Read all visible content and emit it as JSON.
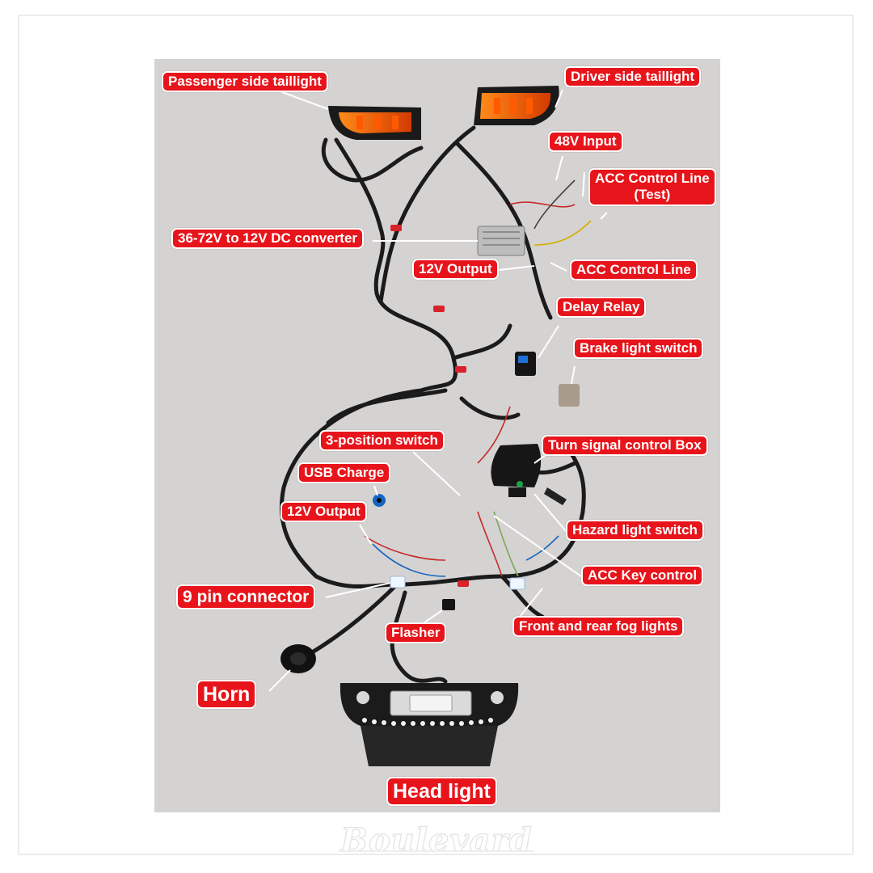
{
  "labels": {
    "passenger_taillight": "Passenger side taillight",
    "driver_taillight": "Driver side taillight",
    "input_48v": "48V Input",
    "acc_control_line_test": "ACC Control Line",
    "acc_control_line_test_sub": "(Test)",
    "dc_converter": "36-72V  to 12V DC converter",
    "output_12v_top": "12V Output",
    "acc_control_line": "ACC Control Line",
    "delay_relay": "Delay Relay",
    "brake_light_switch": "Brake light switch",
    "three_position_switch": "3-position switch",
    "turn_signal_box": "Turn signal control Box",
    "usb_charge": "USB Charge",
    "output_12v_bottom": "12V Output",
    "hazard_light_switch": "Hazard light switch",
    "acc_key_control": "ACC Key control",
    "nine_pin_connector": "9 pin connector",
    "front_rear_fog": "Front and rear fog lights",
    "flasher": "Flasher",
    "horn": "Horn",
    "head_light": "Head light"
  },
  "brand": {
    "watermark": "Boulevard"
  },
  "colors": {
    "label_fill": "#e8141b",
    "label_text": "#ffffff",
    "background": "#d5d2d2"
  }
}
